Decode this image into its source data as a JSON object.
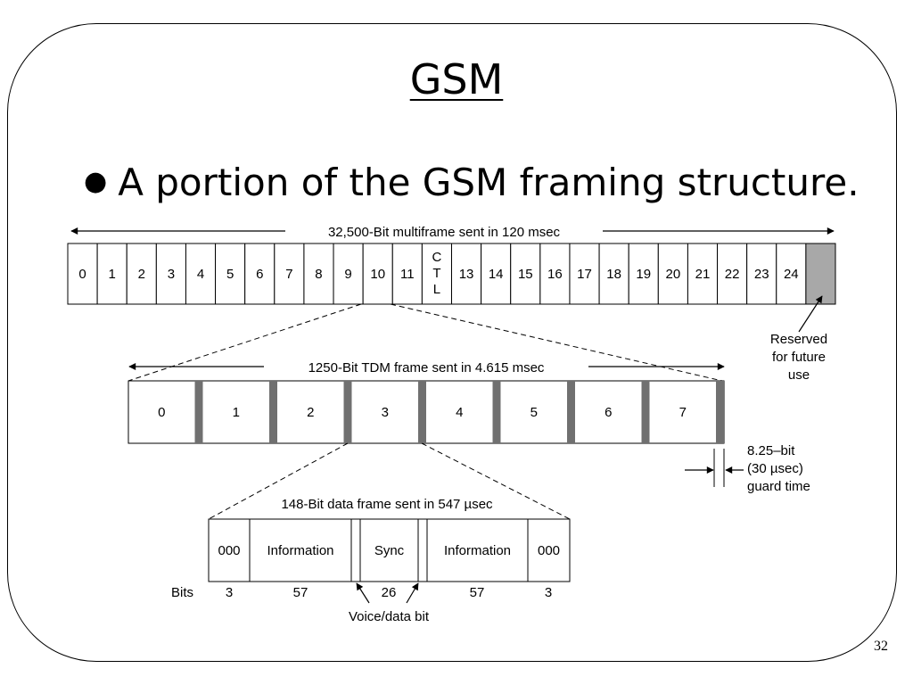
{
  "slide": {
    "title": "GSM",
    "bullet": "A portion of the GSM framing structure.",
    "page_number": "32"
  },
  "multiframe": {
    "label": "32,500-Bit multiframe sent in 120 msec",
    "slots": [
      "0",
      "1",
      "2",
      "3",
      "4",
      "5",
      "6",
      "7",
      "8",
      "9",
      "10",
      "11",
      "CTL",
      "13",
      "14",
      "15",
      "16",
      "17",
      "18",
      "19",
      "20",
      "21",
      "22",
      "23",
      "24",
      ""
    ],
    "reserved_fill": "#a8a8a8"
  },
  "reserved_note": [
    "Reserved",
    "for future",
    "use"
  ],
  "tdm_frame": {
    "label": "1250-Bit TDM frame sent in 4.615 msec",
    "slots": [
      "0",
      "1",
      "2",
      "3",
      "4",
      "5",
      "6",
      "7"
    ],
    "guard_fill": "#707070"
  },
  "guard_note": [
    "8.25–bit",
    "(30 µsec)",
    "guard time"
  ],
  "data_frame": {
    "label": "148-Bit data frame sent in 547 µsec",
    "fields": [
      "000",
      "Information",
      "",
      "Sync",
      "",
      "Information",
      "000"
    ],
    "bits_label": "Bits",
    "bits": [
      "3",
      "57",
      "26",
      "57",
      "3"
    ]
  },
  "voice_data_note": "Voice/data bit"
}
